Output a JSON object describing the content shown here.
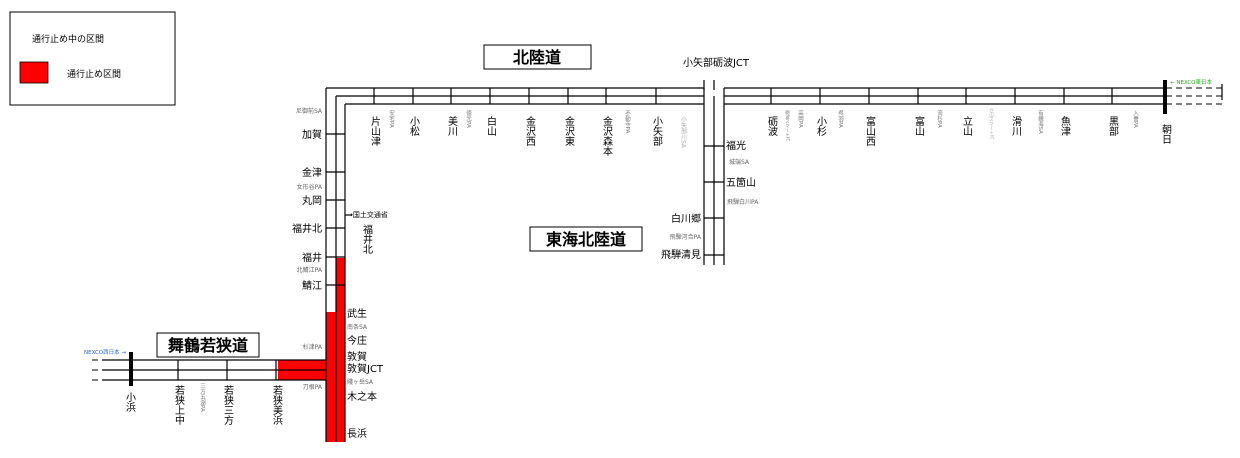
{
  "legend": {
    "title": "通行止め中の区間",
    "closed_label": "通行止め区間",
    "closed_color": "#ff0000"
  },
  "routes": {
    "hokuriku": "北陸道",
    "tokai_hokuriku": "東海北陸道",
    "maizuru_wakasa": "舞鶴若狭道"
  },
  "junction_top": "小矢部砺波JCT",
  "nexco_east": "← NEXCO東日本",
  "nexco_west": "NEXCO西日本 →",
  "mlit_note": "→国土交通省",
  "hokuriku_left": {
    "sa": [
      "尼御前SA"
    ],
    "items": [
      "加賀",
      "金津",
      "女形谷PA",
      "丸岡",
      "福井北",
      "福井",
      "北鯖江PA",
      "鯖江",
      "武生",
      "南条SA",
      "今庄",
      "杉津PA",
      "敦賀",
      "敦賀JCT",
      "賤ヶ岳SA",
      "刀根PA",
      "木之本",
      "長浜"
    ]
  },
  "fukui_kita_ramp": "福井北",
  "hokuriku_top": [
    "片山津",
    "安宅PA",
    "小松",
    "美川",
    "徳光PA",
    "白山",
    "金沢西",
    "金沢東",
    "金沢森本",
    "不動寺PA",
    "小矢部",
    "小矢部川SA",
    "砺波",
    "砺波スマートIC",
    "高岡PA",
    "小杉",
    "呉羽PA",
    "富山西",
    "富山",
    "流杉PA",
    "立山",
    "立山スマートIC",
    "滑川",
    "有磯海SA",
    "魚津",
    "黒部",
    "入善PA",
    "朝日"
  ],
  "tokai": [
    "福光",
    "城端SA",
    "五箇山",
    "飛騨白川PA",
    "白川郷",
    "飛騨河合PA",
    "飛騨清見"
  ],
  "maizuru": [
    "小浜",
    "若狭上中",
    "三方五湖PA",
    "若狭三方",
    "若狭美浜"
  ]
}
